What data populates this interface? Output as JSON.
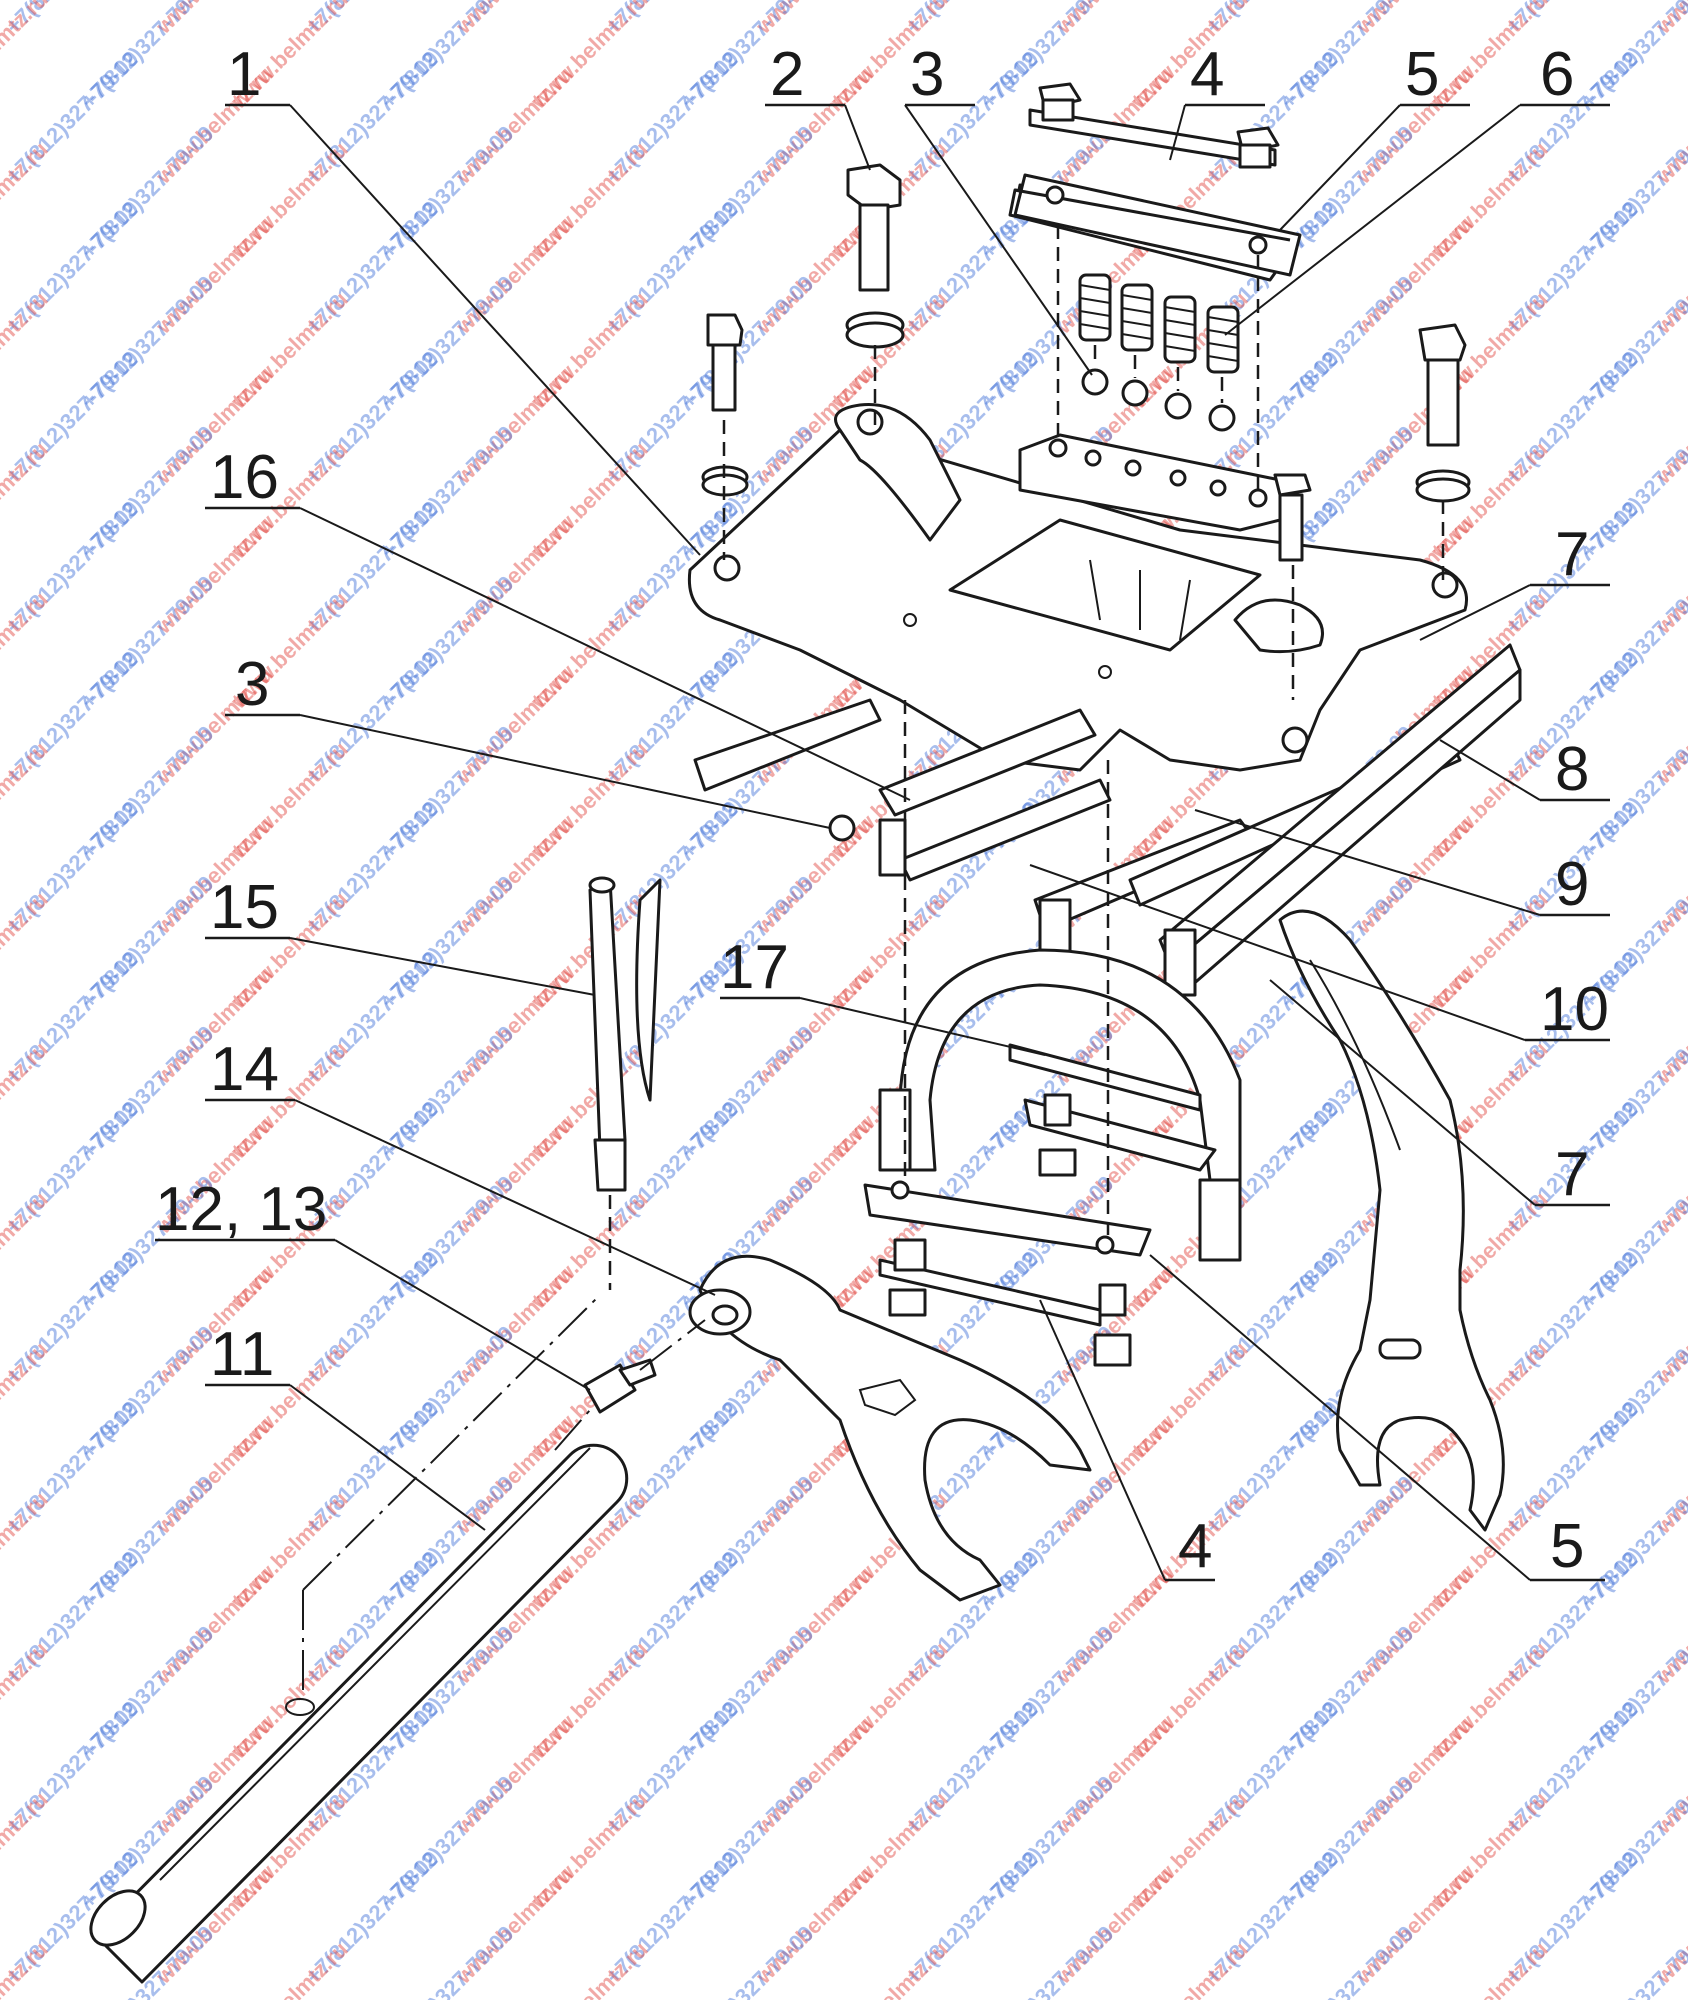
{
  "callouts": [
    {
      "id": "c1",
      "text": "1"
    },
    {
      "id": "c2",
      "text": "2"
    },
    {
      "id": "c3a",
      "text": "3"
    },
    {
      "id": "c4a",
      "text": "4"
    },
    {
      "id": "c5a",
      "text": "5"
    },
    {
      "id": "c6",
      "text": "6"
    },
    {
      "id": "c16",
      "text": "16"
    },
    {
      "id": "c3b",
      "text": "3"
    },
    {
      "id": "c7a",
      "text": "7"
    },
    {
      "id": "c8",
      "text": "8"
    },
    {
      "id": "c9",
      "text": "9"
    },
    {
      "id": "c10",
      "text": "10"
    },
    {
      "id": "c15",
      "text": "15"
    },
    {
      "id": "c17",
      "text": "17"
    },
    {
      "id": "c14",
      "text": "14"
    },
    {
      "id": "c7b",
      "text": "7"
    },
    {
      "id": "c1213",
      "text": "12, 13"
    },
    {
      "id": "c11",
      "text": "11"
    },
    {
      "id": "c4b",
      "text": "4"
    },
    {
      "id": "c5b",
      "text": "5"
    }
  ],
  "watermarks": {
    "site": "www.belmtz.ru",
    "phone": "+7(812)327-79-09",
    "site_color": "#e0403a",
    "phone_color": "#3f6fd8"
  }
}
